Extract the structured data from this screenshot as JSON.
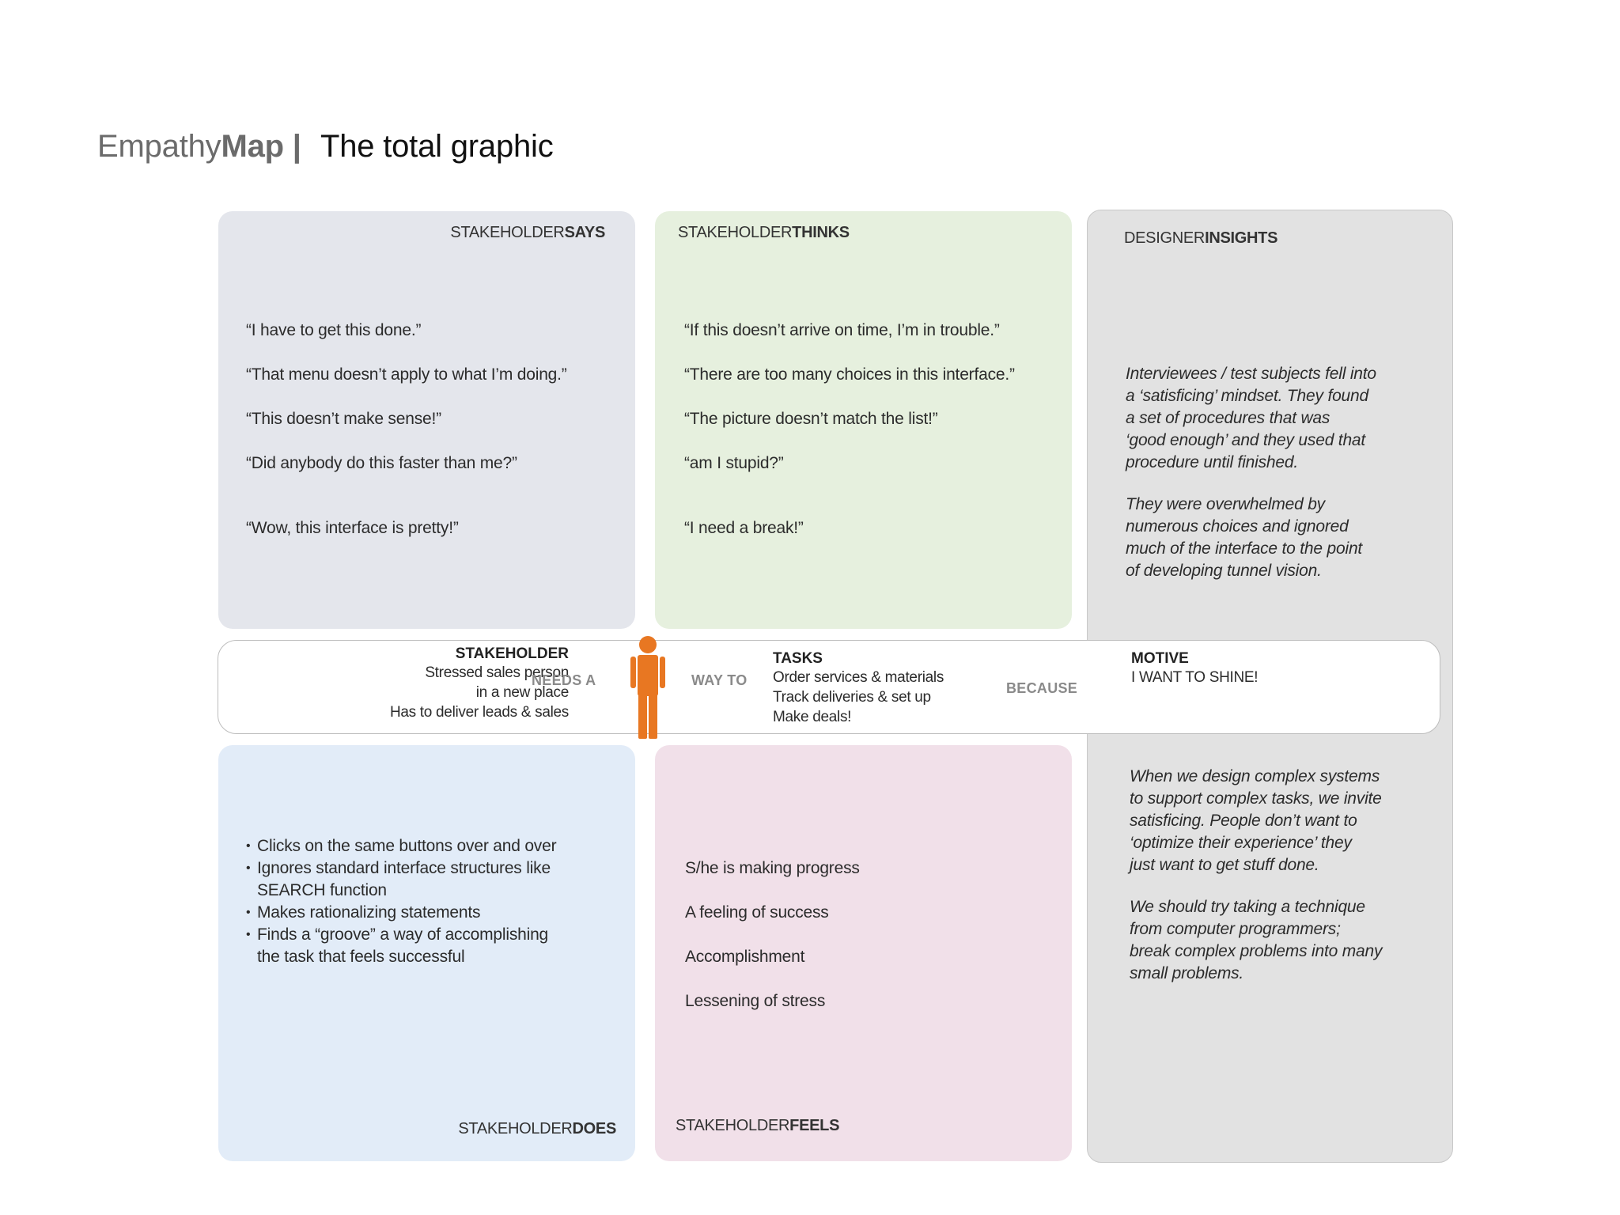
{
  "page": {
    "title_light": "Empathy",
    "title_bold": "Map",
    "title_separator": "|",
    "title_text": "The total graphic"
  },
  "says": {
    "heading_light": "STAKEHOLDER",
    "heading_bold": "SAYS",
    "quotes": [
      "“I have to get this done.”",
      "“That menu doesn’t apply to what I’m doing.”",
      "“This doesn’t make sense!”",
      "“Did anybody do this faster than me?”",
      "“Wow, this interface is pretty!”"
    ]
  },
  "thinks": {
    "heading_light": "STAKEHOLDER",
    "heading_bold": "THINKS",
    "quotes": [
      "“If this doesn’t arrive on time, I’m in trouble.”",
      "“There are too many choices in this interface.”",
      "“The picture doesn’t match the list!”",
      "“am I stupid?”",
      "“I need a break!”"
    ]
  },
  "insights": {
    "heading_light": "DESIGNER",
    "heading_bold": "INSIGHTS",
    "paragraph_1": "Interviewees / test subjects fell into\na ‘satisficing’ mindset. They found\na set of procedures that was\n‘good enough’ and they used that\nprocedure until finished.",
    "paragraph_2": "They were overwhelmed by\nnumerous choices and ignored\nmuch of the interface to the point\nof developing tunnel vision.",
    "paragraph_3": "When we design complex systems\nto support complex tasks, we invite\nsatisficing. People don’t want to\n‘optimize their experience’ they\njust want to get stuff done.",
    "paragraph_4": "We should try taking a technique\nfrom computer programmers;\nbreak complex problems into many\nsmall problems."
  },
  "band": {
    "stakeholder_label": "STAKEHOLDER",
    "stakeholder_lines": [
      "Stressed sales person",
      "in a new place",
      "Has to deliver leads & sales"
    ],
    "needs_a": "NEEDS A",
    "way_to": "WAY TO",
    "tasks_label": "TASKS",
    "tasks_lines": [
      "Order services & materials",
      "Track deliveries & set up",
      "Make deals!"
    ],
    "because": "BECAUSE",
    "motive_label": "MOTIVE",
    "motive_text": "I WANT TO SHINE!",
    "person_color": "#e87722"
  },
  "does": {
    "heading_light": "STAKEHOLDER",
    "heading_bold": "DOES",
    "bullets": [
      "Clicks on the same buttons over and over",
      "Ignores standard interface structures like\nSEARCH function",
      "Makes rationalizing statements",
      "Finds a “groove” a way of accomplishing\nthe task that feels successful"
    ]
  },
  "feels": {
    "heading_light": "STAKEHOLDER",
    "heading_bold": "FEELS",
    "lines": [
      "S/he is making progress",
      "A feeling of success",
      "Accomplishment",
      "Lessening of stress"
    ]
  },
  "colors": {
    "says_bg": "#e4e6ec",
    "thinks_bg": "#e6f0de",
    "does_bg": "#e2ecf8",
    "feels_bg": "#f1e0e9",
    "insights_bg": "#e2e2e2"
  }
}
